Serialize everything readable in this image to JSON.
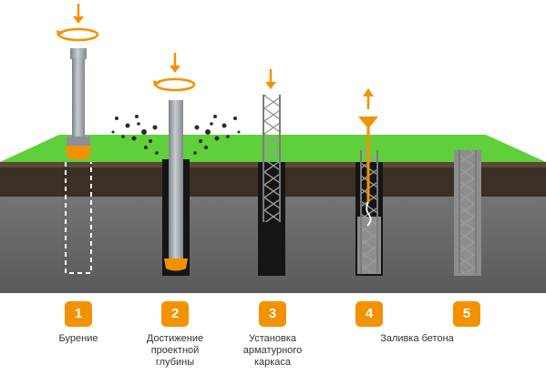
{
  "colors": {
    "accent": "#f39200",
    "grass": "#5fcf3c",
    "soil": "#3a3026",
    "ground": "#6e6e6e",
    "pipe": "#a9acb0",
    "hole": "#151515"
  },
  "steps": [
    {
      "number": "1",
      "label": "Бурение",
      "icons": [
        "rotation-arrow-icon",
        "down-arrow-icon"
      ]
    },
    {
      "number": "2",
      "label": "Достижение\nпроектной\nглубины",
      "icons": [
        "rotation-arrow-icon",
        "down-arrow-icon"
      ]
    },
    {
      "number": "3",
      "label": "Установка\nарматурного\nкаркаса",
      "icons": [
        "down-arrow-icon"
      ]
    },
    {
      "number": "4",
      "label": "",
      "icons": [
        "up-arrow-icon",
        "funnel-icon"
      ]
    },
    {
      "number": "5",
      "label": "",
      "icons": []
    }
  ],
  "shared_caption": "Заливка бетона"
}
